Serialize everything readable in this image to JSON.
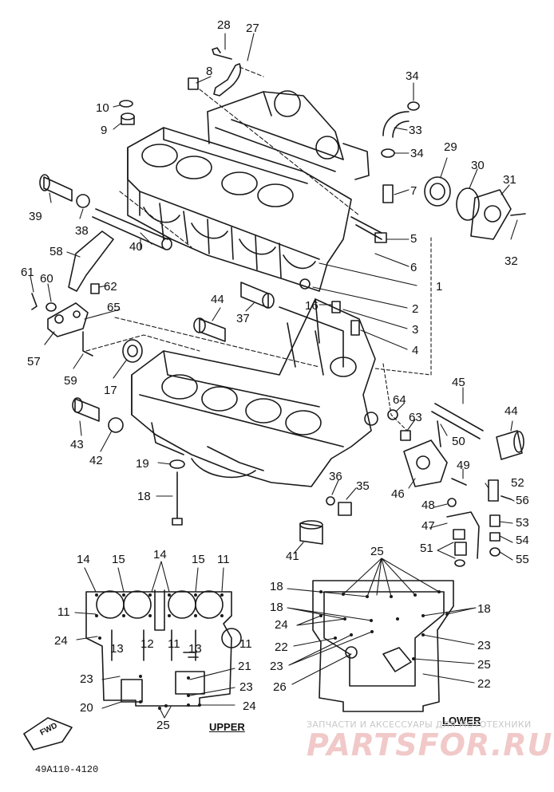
{
  "labels": [
    "1",
    "2",
    "3",
    "4",
    "5",
    "6",
    "7",
    "8",
    "9",
    "10",
    "11",
    "12",
    "13",
    "14",
    "15",
    "16",
    "17",
    "18",
    "19",
    "20",
    "21",
    "22",
    "23",
    "24",
    "25",
    "26",
    "27",
    "28",
    "29",
    "30",
    "31",
    "32",
    "33",
    "34",
    "35",
    "36",
    "37",
    "38",
    "39",
    "40",
    "41",
    "42",
    "43",
    "44",
    "45",
    "46",
    "47",
    "48",
    "49",
    "50",
    "51",
    "52",
    "53",
    "54",
    "55",
    "56",
    "57",
    "58",
    "59",
    "60",
    "61",
    "62",
    "63",
    "64",
    "65"
  ],
  "captions": {
    "upper": "UPPER",
    "lower": "LOWER",
    "fwd": "FWD"
  },
  "code": "49A110-4120",
  "watermark": {
    "line1": "ЗАПЧАСТИ И АКСЕССУАРЫ ДЛЯ МОТОТЕХНИКИ",
    "line2": "PARTSFOR.RU"
  }
}
